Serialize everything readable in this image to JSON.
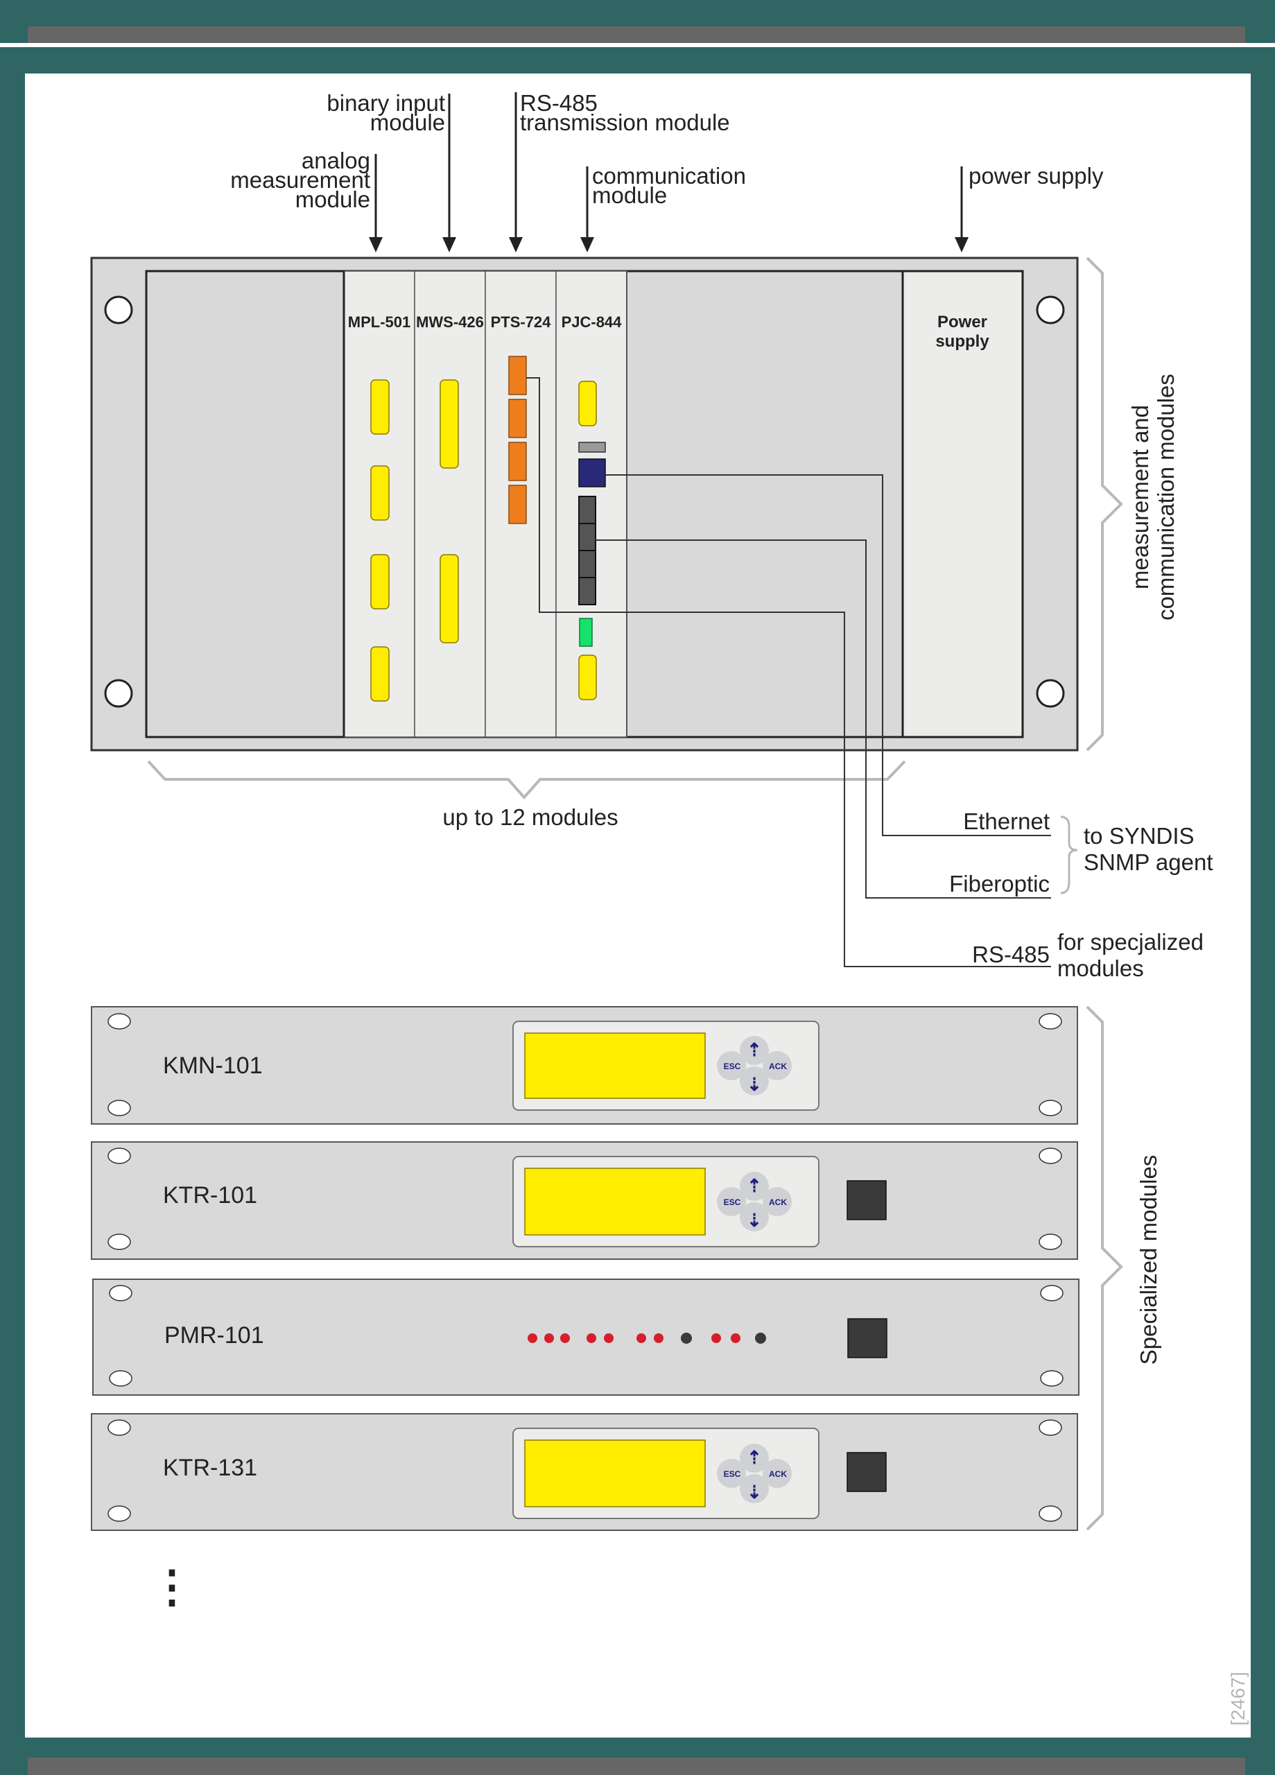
{
  "colors": {
    "frame": "#2f6563",
    "bar": "#666666",
    "panel": "#d9d9d9",
    "module": "#ececea",
    "yellow": "#ffed00",
    "orange": "#ee7d1e",
    "navy": "#2a2878",
    "green": "#16e26b",
    "red": "#d4202c",
    "dark": "#3a3a3a",
    "keypad": "#cfd1d4",
    "arrow": "#1f1d7a"
  },
  "callouts": {
    "binary": [
      "binary input",
      "module"
    ],
    "rs485": [
      "RS-485",
      "transmission module"
    ],
    "analog": [
      "analog",
      "measurement",
      "module"
    ],
    "comm": [
      "communication",
      "module"
    ],
    "power": [
      "power supply"
    ]
  },
  "rack": {
    "modules": [
      "MPL-501",
      "MWS-426",
      "PTS-724",
      "PJC-844"
    ],
    "power_label": [
      "Power",
      "supply"
    ],
    "side_label": [
      "measurement and",
      "communication modules"
    ],
    "bottom_label": "up to 12 modules"
  },
  "connections": {
    "ethernet": "Ethernet",
    "fiberoptic": "Fiberoptic",
    "rs485": "RS-485",
    "syndis": [
      "to SYNDIS",
      "SNMP agent"
    ],
    "specialized": [
      "for specjalized",
      "modules"
    ]
  },
  "specialized": {
    "side_label": "Specialized modules",
    "esc": "ESC",
    "ack": "ACK",
    "units": [
      {
        "name": "KMN-101",
        "kind": "lcd",
        "button": false
      },
      {
        "name": "KTR-101",
        "kind": "lcd",
        "button": true
      },
      {
        "name": "PMR-101",
        "kind": "leds",
        "button": true
      },
      {
        "name": "KTR-131",
        "kind": "lcd",
        "button": true
      }
    ],
    "more": "⋮"
  },
  "figure_id": "[2467]"
}
